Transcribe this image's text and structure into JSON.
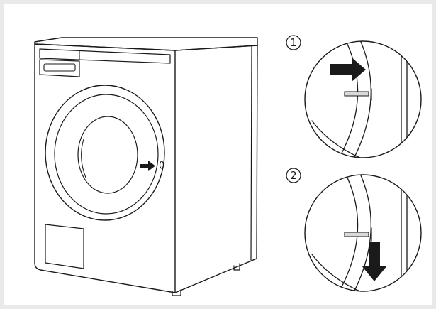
{
  "steps": [
    {
      "number": "1",
      "arrow_direction": "right"
    },
    {
      "number": "2",
      "arrow_direction": "down"
    }
  ],
  "colors": {
    "line": "#1a1a1a",
    "arrow": "#1a1a1a",
    "background": "#ffffff",
    "frame": "#e9e9e9"
  },
  "icons": [
    "washing-machine",
    "arrow-right-icon",
    "arrow-down-icon",
    "pin-icon"
  ]
}
